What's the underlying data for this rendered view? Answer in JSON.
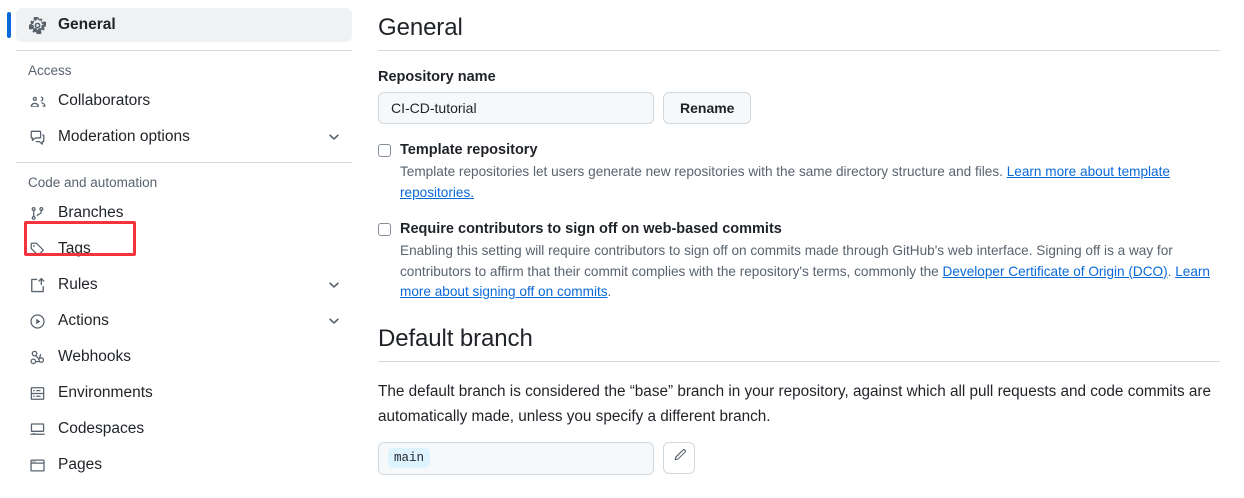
{
  "sidebar": {
    "primary": {
      "label": "General",
      "icon": "gear-icon",
      "active": true
    },
    "sections": [
      {
        "title": "Access",
        "items": [
          {
            "label": "Collaborators",
            "icon": "people-icon",
            "chevron": false
          },
          {
            "label": "Moderation options",
            "icon": "comment-discussion-icon",
            "chevron": true
          }
        ]
      },
      {
        "title": "Code and automation",
        "items": [
          {
            "label": "Branches",
            "icon": "git-branch-icon",
            "chevron": false,
            "highlighted": true
          },
          {
            "label": "Tags",
            "icon": "tag-icon",
            "chevron": false
          },
          {
            "label": "Rules",
            "icon": "rules-icon",
            "chevron": true
          },
          {
            "label": "Actions",
            "icon": "play-circle-icon",
            "chevron": true
          },
          {
            "label": "Webhooks",
            "icon": "webhook-icon",
            "chevron": false
          },
          {
            "label": "Environments",
            "icon": "server-icon",
            "chevron": false
          },
          {
            "label": "Codespaces",
            "icon": "codespaces-icon",
            "chevron": false
          },
          {
            "label": "Pages",
            "icon": "browser-icon",
            "chevron": false
          }
        ]
      }
    ]
  },
  "main": {
    "heading": "General",
    "repository_name": {
      "label": "Repository name",
      "value": "CI-CD-tutorial",
      "rename_button": "Rename"
    },
    "template_repository": {
      "title": "Template repository",
      "checked": false,
      "description": "Template repositories let users generate new repositories with the same directory structure and files.",
      "link_text": "Learn more about template repositories."
    },
    "signoff": {
      "title": "Require contributors to sign off on web-based commits",
      "checked": false,
      "desc_part1": "Enabling this setting will require contributors to sign off on commits made through GitHub's web interface. Signing off is a way for contributors to affirm that their commit complies with the repository's terms, commonly the ",
      "link1": "Developer Certificate of Origin (DCO)",
      "desc_part2": ". ",
      "link2": "Learn more about signing off on commits",
      "desc_part3": "."
    },
    "default_branch": {
      "heading": "Default branch",
      "description": "The default branch is considered the “base” branch in your repository, against which all pull requests and code commits are automatically made, unless you specify a different branch.",
      "branch_name": "main",
      "edit_icon": "pencil-icon"
    }
  },
  "annotation": {
    "target": "Branches",
    "color": "#f4333d"
  },
  "colors": {
    "accent": "#0969da",
    "link": "#0969da",
    "muted": "#59636e",
    "border": "#d1d9e0",
    "active_bg": "#f0f1f3",
    "badge_bg": "#ddf4ff"
  }
}
